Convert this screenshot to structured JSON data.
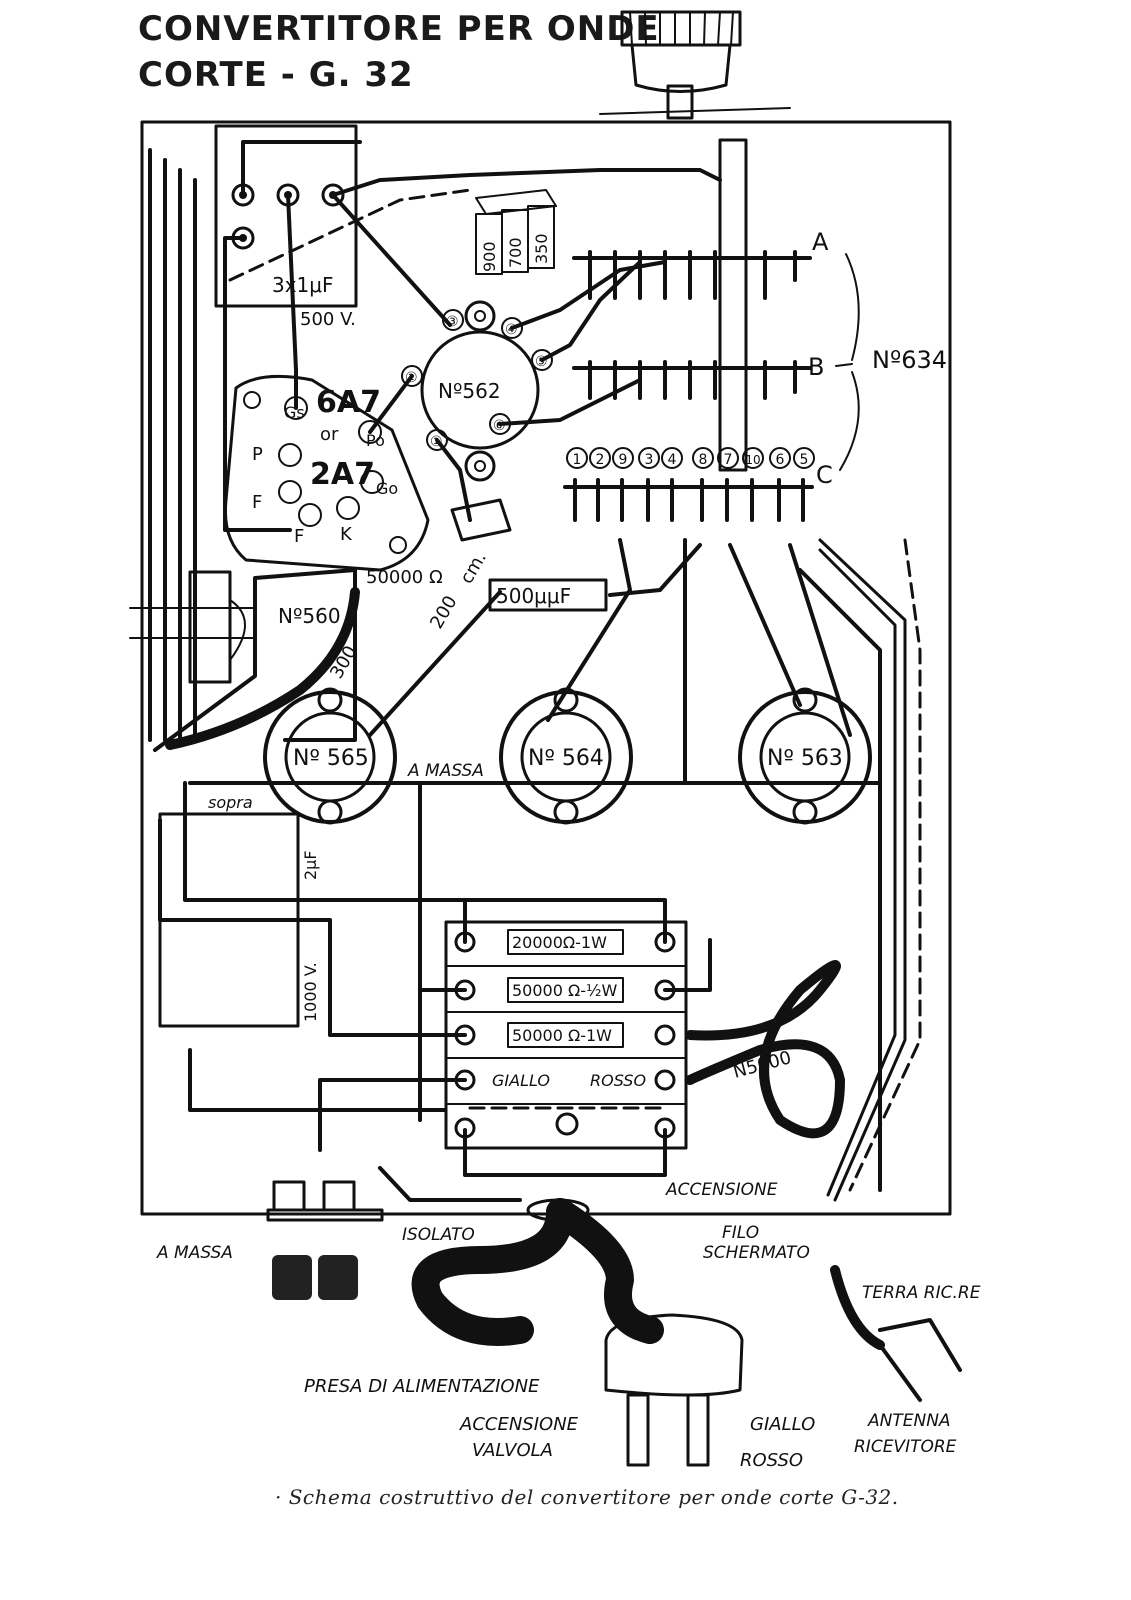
{
  "title": {
    "line1": "CONVERTITORE PER ONDE",
    "line2": "CORTE - G. 32"
  },
  "caption": "· Schema costruttivo del convertitore per onde corte G-32.",
  "components": {
    "cap_block": "3x1μF",
    "cap_block_voltage": "500 V.",
    "tube_type_top": "6A7",
    "tube_type_alt": "or",
    "tube_type_bottom": "2A7",
    "socket_562": "Nº562",
    "trimmer_values": [
      "900",
      "700",
      "350"
    ],
    "resistor_50000": "50000 Ω",
    "cap_200": "200",
    "cap_200_unit": "cm.",
    "cap_500": "500μμF",
    "coil_560": "Nº560",
    "coil_300": "300",
    "coil_565": "Nº 565",
    "coil_564": "Nº 564",
    "coil_563": "Nº 563",
    "a_massa_center": "A MASSA",
    "sopra": "sopra",
    "cap_2uf": "2μF",
    "cap_2uf_voltage": "1000 V.",
    "res_1": "20000Ω-1W",
    "res_2": "50000 Ω-½W",
    "res_3": "50000 Ω-1W",
    "giallo": "GIALLO",
    "rosso": "ROSSO",
    "n5000": "N5000",
    "accensione": "ACCENSIONE",
    "filo_schermato_1": "FILO",
    "filo_schermato_2": "SCHERMATO",
    "a_massa_bottom": "A MASSA",
    "isolato": "ISOLATO",
    "presa": "PRESA DI ALIMENTAZIONE",
    "accensione_valvola_1": "ACCENSIONE",
    "accensione_valvola_2": "VALVOLA",
    "giallo_plug": "GIALLO",
    "rosso_plug": "ROSSO",
    "terra": "TERRA RIC.RE",
    "antenna_1": "ANTENNA",
    "antenna_2": "RICEVITORE",
    "switch_a": "A",
    "switch_b": "B",
    "switch_c": "C",
    "switch_634": "Nº634",
    "pin_labels": [
      "①",
      "②",
      "③",
      "④",
      "⑤",
      "⑥"
    ],
    "tube_pins": [
      "Gs",
      "P",
      "F",
      "F",
      "K",
      "Po",
      "Go"
    ],
    "contact_numbers": [
      "1",
      "2",
      "9",
      "3",
      "4",
      "8",
      "7",
      "10",
      "6",
      "5"
    ]
  }
}
